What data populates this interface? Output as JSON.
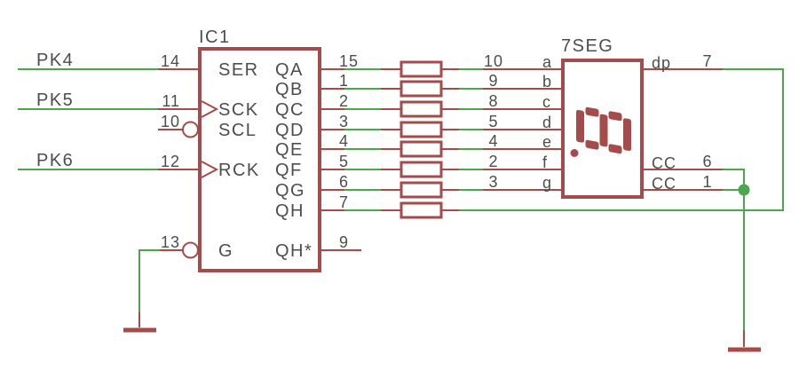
{
  "palette": {
    "symbol_red": "#A54B4B",
    "net_green": "#4CA64C",
    "text_gray": "#4D4D4D",
    "background": "#FFFFFF"
  },
  "net_labels": [
    {
      "label": "PK4"
    },
    {
      "label": "PK5"
    },
    {
      "label": "PK6"
    }
  ],
  "ic": {
    "ref": "IC1",
    "left_pins": [
      {
        "num": "14",
        "name": "SER"
      },
      {
        "num": "11",
        "name": "SCK"
      },
      {
        "num": "10",
        "name": "SCL"
      },
      {
        "num": "12",
        "name": "RCK"
      },
      {
        "num": "13",
        "name": "G"
      }
    ],
    "right_pins": [
      {
        "num": "15",
        "name": "QA"
      },
      {
        "num": "1",
        "name": "QB"
      },
      {
        "num": "2",
        "name": "QC"
      },
      {
        "num": "3",
        "name": "QD"
      },
      {
        "num": "4",
        "name": "QE"
      },
      {
        "num": "5",
        "name": "QF"
      },
      {
        "num": "6",
        "name": "QG"
      },
      {
        "num": "7",
        "name": "QH"
      },
      {
        "num": "9",
        "name": "QH*"
      }
    ]
  },
  "display": {
    "ref": "7SEG",
    "left_pins": [
      {
        "num": "10",
        "name": "a"
      },
      {
        "num": "9",
        "name": "b"
      },
      {
        "num": "8",
        "name": "c"
      },
      {
        "num": "5",
        "name": "d"
      },
      {
        "num": "4",
        "name": "e"
      },
      {
        "num": "2",
        "name": "f"
      },
      {
        "num": "3",
        "name": "g"
      }
    ],
    "right_pins": [
      {
        "num": "7",
        "name": "dp"
      },
      {
        "num": "6",
        "name": "CC"
      },
      {
        "num": "1",
        "name": "CC"
      }
    ]
  },
  "icons": {
    "resistor": "empty rectangle symbol, 8 instances",
    "clock-input": "open triangle at pins SCK and RCK",
    "inverted-input": "circle bubble at pins SCL and G",
    "ground": "horizontal bar symbol, 2 instances",
    "junction": "filled green dot where CC nets join",
    "seven-segment-glyph": "figure-8 digit rotated 90 degrees with decimal point"
  }
}
